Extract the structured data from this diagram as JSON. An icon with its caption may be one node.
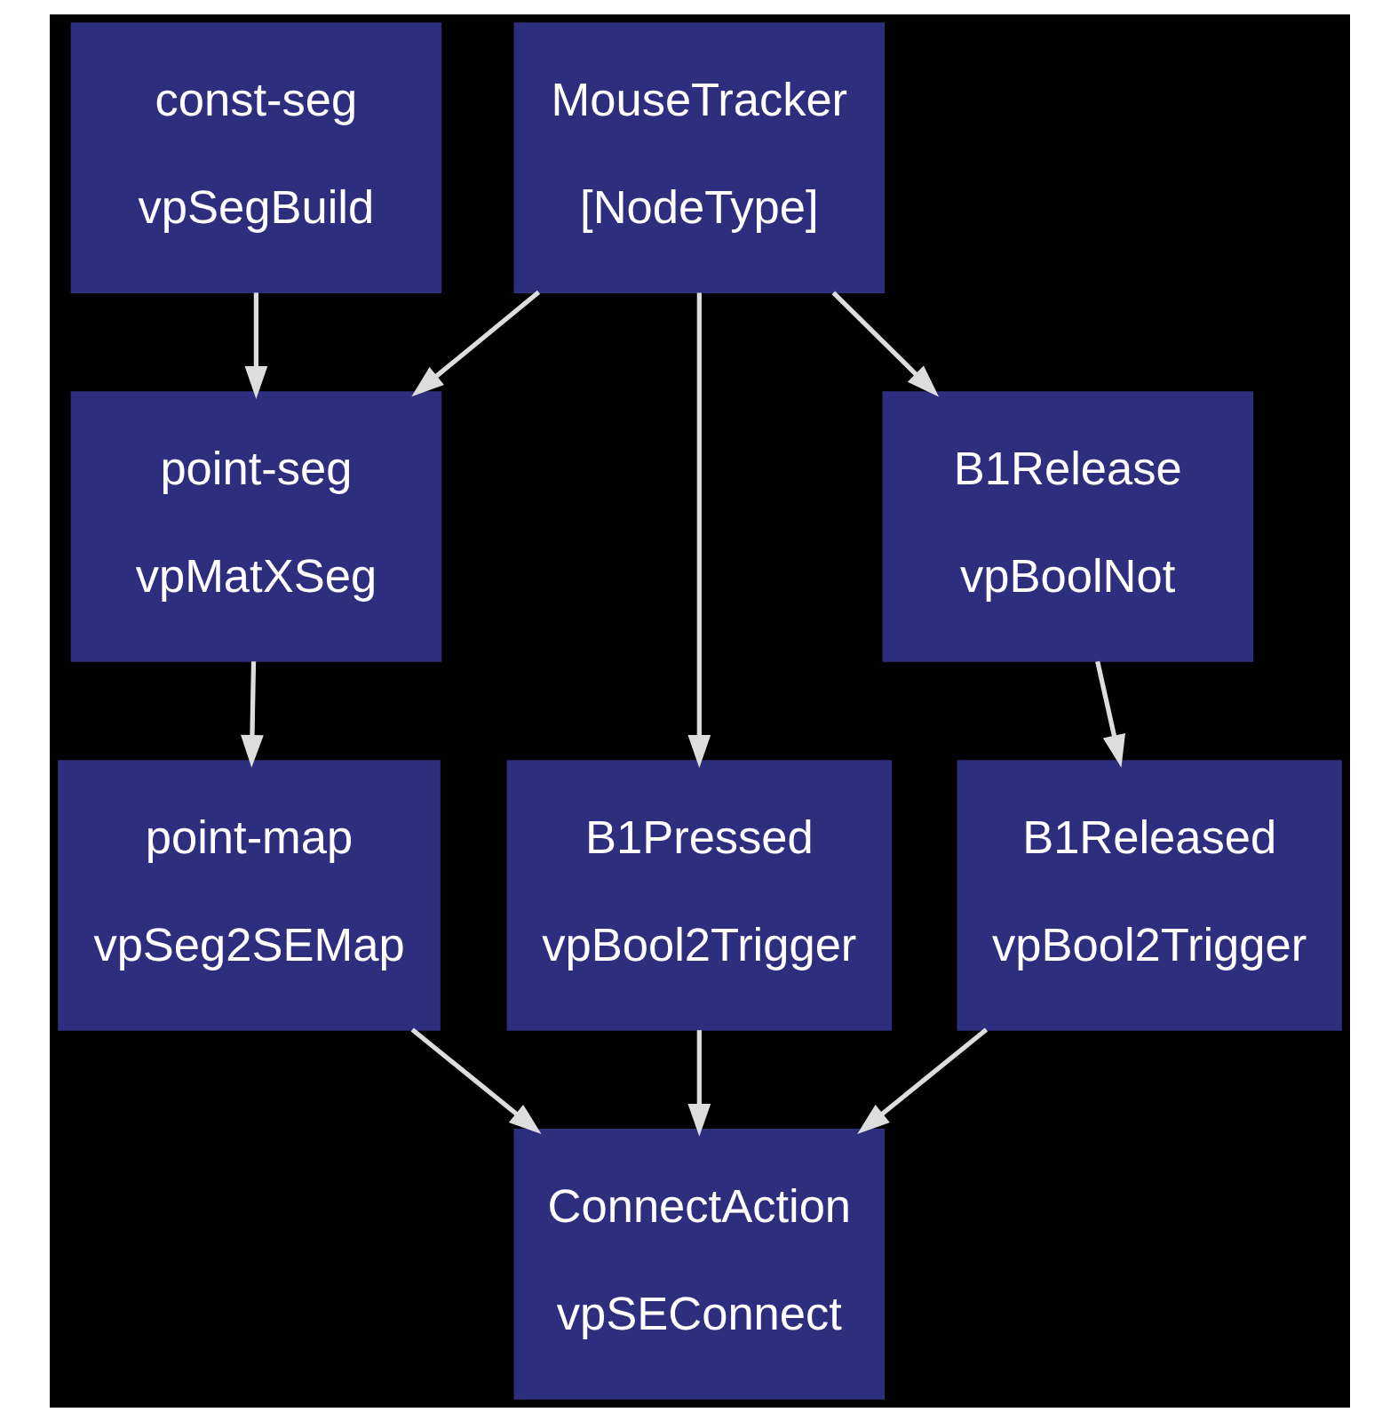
{
  "diagram": {
    "nodes": [
      {
        "text": [
          "const-seg",
          "vpSegBuild"
        ]
      },
      {
        "text": [
          "MouseTracker",
          "[NodeType]"
        ]
      },
      {
        "text": [
          "point-seg",
          "vpMatXSeg"
        ]
      },
      {
        "text": [
          "B1Pressed",
          "vpBool2Trigger"
        ]
      },
      {
        "text": [
          "B1Release",
          "vpBoolNot"
        ]
      },
      {
        "text": [
          "point-map",
          "vpSeg2SEMap"
        ]
      },
      {
        "text": [
          "B1Released",
          "vpBool2Trigger"
        ]
      },
      {
        "text": [
          "ConnectAction",
          "vpSEConnect"
        ]
      }
    ],
    "edges": [
      {
        "from": 0,
        "to": 2,
        "arrow": "to"
      },
      {
        "from": 1,
        "to": 2,
        "arrow": "to"
      },
      {
        "from": 1,
        "to": 3,
        "arrow": "to"
      },
      {
        "from": 1,
        "to": 4,
        "arrow": "to"
      },
      {
        "from": 2,
        "to": 5,
        "arrow": "to"
      },
      {
        "from": 4,
        "to": 6,
        "arrow": "to"
      },
      {
        "from": 5,
        "to": 7,
        "arrow": "to"
      },
      {
        "from": 3,
        "to": 7,
        "arrow": "to"
      },
      {
        "from": 6,
        "to": 7,
        "arrow": "to"
      }
    ]
  }
}
